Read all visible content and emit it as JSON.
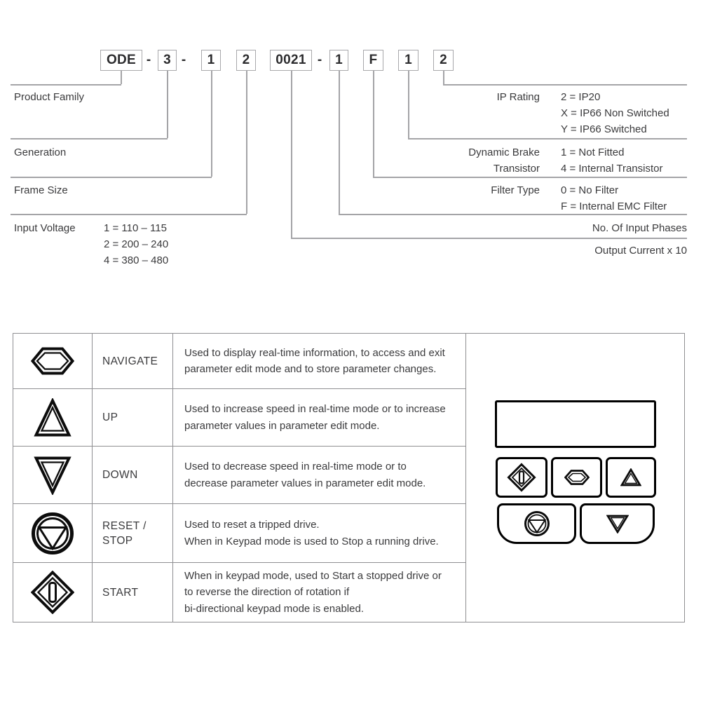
{
  "colors": {
    "background": "#ffffff",
    "connector_line_gray": "#a4a4a7",
    "table_border_gray": "#8f8f92",
    "text_dark": "#3a3a3c",
    "keypad_black": "#000000"
  },
  "model_code": {
    "segments": [
      "ODE",
      "-",
      "3",
      "-",
      "1",
      "2",
      "0021",
      "-",
      "1",
      "F",
      "1",
      "2"
    ]
  },
  "fields": {
    "product_family": {
      "label": "Product Family"
    },
    "generation": {
      "label": "Generation"
    },
    "frame_size": {
      "label": "Frame Size"
    },
    "input_voltage": {
      "label": "Input Voltage",
      "values": "1 = 110 – 115\n2 = 200 – 240\n4 = 380 – 480"
    },
    "ip_rating": {
      "label": "IP Rating",
      "values": "2 = IP20\nX = IP66 Non Switched\nY = IP66 Switched"
    },
    "dynamic_brake_transistor": {
      "label": "Dynamic Brake\nTransistor",
      "values": "1 = Not Fitted\n4 = Internal Transistor"
    },
    "filter_type": {
      "label": "Filter Type",
      "values": "0 = No Filter\nF = Internal EMC Filter"
    },
    "no_of_input_phases": {
      "label": "No. Of Input Phases"
    },
    "output_current": {
      "label": "Output Current x 10"
    }
  },
  "key_table": {
    "rows": [
      {
        "icon": "navigate-hexagon-icon",
        "name": "NAVIGATE",
        "description": "Used to display real-time information, to access and exit\nparameter edit mode and to store parameter changes."
      },
      {
        "icon": "up-triangle-icon",
        "name": "UP",
        "description": "Used to increase speed in real-time mode or to increase\nparameter values in parameter edit mode."
      },
      {
        "icon": "down-triangle-icon",
        "name": "DOWN",
        "description": "Used to decrease speed in real-time mode or to\ndecrease parameter values in parameter edit mode."
      },
      {
        "icon": "reset-stop-circle-icon",
        "name": "RESET /\nSTOP",
        "description": "Used to reset a tripped drive.\nWhen in Keypad mode is used to Stop a running drive."
      },
      {
        "icon": "start-diamond-icon",
        "name": "START",
        "description": "When in keypad mode, used to Start a stopped drive or\nto reverse the direction of rotation if\nbi-directional keypad mode is enabled."
      }
    ]
  }
}
